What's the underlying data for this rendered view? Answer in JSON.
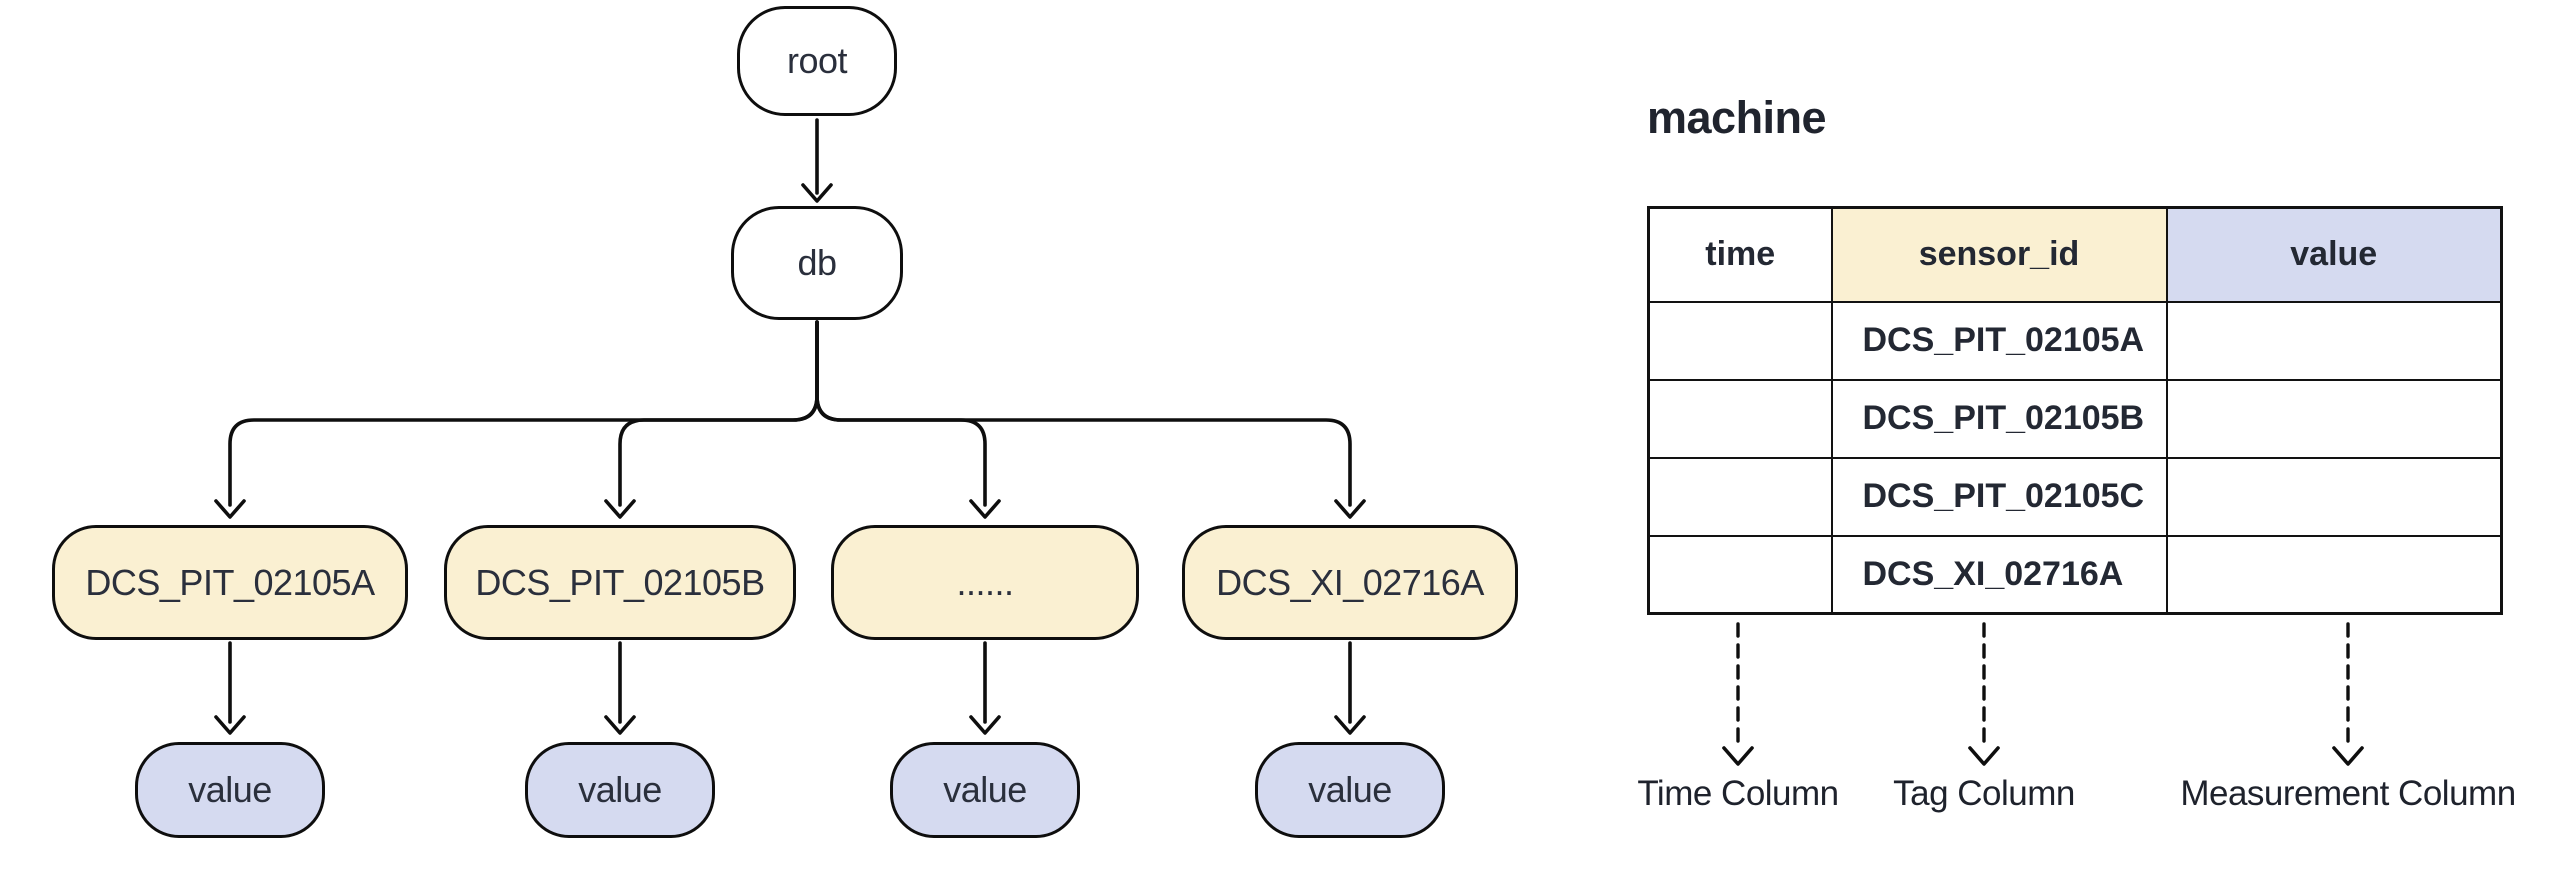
{
  "diagram": {
    "root_label": "root",
    "db_label": "db",
    "sensor_nodes": [
      {
        "label": "DCS_PIT_02105A"
      },
      {
        "label": "DCS_PIT_02105B"
      },
      {
        "label": "......"
      },
      {
        "label": "DCS_XI_02716A"
      }
    ],
    "value_labels": [
      "value",
      "value",
      "value",
      "value"
    ]
  },
  "table": {
    "title": "machine",
    "columns": [
      "time",
      "sensor_id",
      "value"
    ],
    "rows": [
      {
        "time": "",
        "sensor_id": "DCS_PIT_02105A",
        "value": ""
      },
      {
        "time": "",
        "sensor_id": "DCS_PIT_02105B",
        "value": ""
      },
      {
        "time": "",
        "sensor_id": "DCS_PIT_02105C",
        "value": ""
      },
      {
        "time": "",
        "sensor_id": "DCS_XI_02716A",
        "value": ""
      }
    ],
    "annotations": [
      "Time Column",
      "Tag Column",
      "Measurement Column"
    ]
  },
  "colors": {
    "background": "#ffffff",
    "node_yellow": "#faf0d2",
    "node_lavender": "#d5daf0",
    "node_white": "#ffffff",
    "stroke": "#0e0e0e",
    "text": "#2a2f3c"
  }
}
